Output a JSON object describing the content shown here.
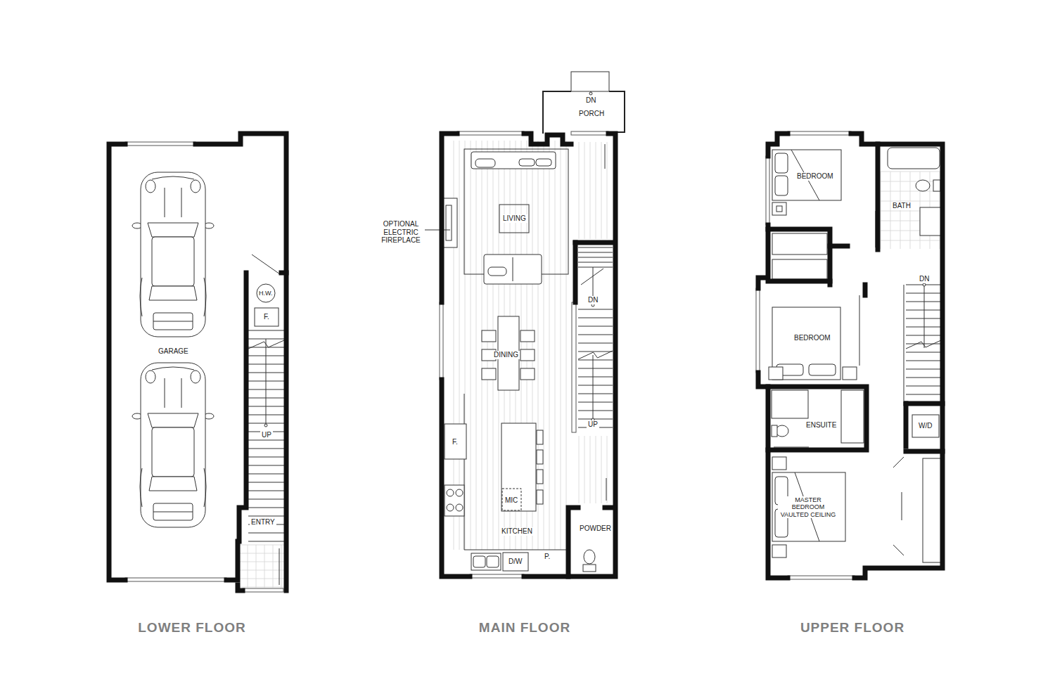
{
  "diagram": {
    "nodes": [
      {
        "text": [
          "LOWER FLOOR"
        ]
      },
      {
        "text": [
          "MAIN FLOOR"
        ]
      },
      {
        "text": [
          "UPPER FLOOR"
        ]
      }
    ],
    "labels": [
      "GARAGE",
      "H.W.",
      "F.",
      "UP",
      "ENTRY",
      "DN",
      "PORCH",
      "OPTIONAL ELECTRIC FIREPLACE",
      "LIVING",
      "DN",
      "DINING",
      "UP",
      "F.",
      "MIC",
      "KITCHEN",
      "POWDER",
      "D/W",
      "P.",
      "BEDROOM",
      "BATH",
      "DN",
      "BEDROOM",
      "ENSUITE",
      "W/D",
      "MASTER BEDROOM VAULTED CEILING"
    ]
  }
}
